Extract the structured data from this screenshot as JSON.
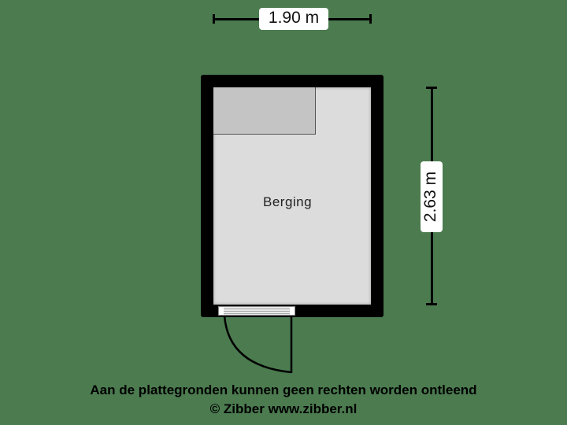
{
  "dimensions": {
    "width_label": "1.90 m",
    "height_label": "2.63 m"
  },
  "rooms": [
    {
      "name": "Berging"
    }
  ],
  "footer": {
    "disclaimer": "Aan de plattegronden kunnen geen rechten worden ontleend",
    "copyright": "© Zibber www.zibber.nl"
  },
  "colors": {
    "background": "#4b7b4f",
    "wall": "#000000",
    "floor": "#dcdcdc",
    "fixture": "#c4c4c4"
  }
}
